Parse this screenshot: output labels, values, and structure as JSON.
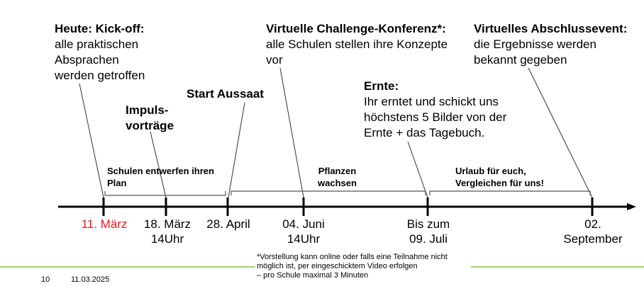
{
  "annotations": {
    "kickoff": {
      "title": "Heute: Kick-off:",
      "lines": [
        "alle praktischen",
        "Absprachen",
        "werden getroffen"
      ]
    },
    "impuls": {
      "lines": [
        "Impuls-",
        "vorträge"
      ]
    },
    "aussaat": {
      "title": "Start Aussaat"
    },
    "konferenz": {
      "title": "Virtuelle Challenge-Konferenz*:",
      "lines": [
        "alle Schulen stellen ihre Konzepte",
        "vor"
      ]
    },
    "abschluss": {
      "title": "Virtuelles Abschlussevent:",
      "lines": [
        "die Ergebnisse werden",
        "bekannt gegeben"
      ]
    },
    "ernte": {
      "title": "Ernte:",
      "lines": [
        "Ihr erntet und schickt uns",
        "höchstens 5 Bilder von der",
        "Ernte + das Tagebuch."
      ]
    }
  },
  "phases": {
    "plan": [
      "Schulen entwerfen ihren",
      "Plan"
    ],
    "wachsen": [
      "Pflanzen",
      "wachsen"
    ],
    "urlaub": [
      "Urlaub für euch,",
      "Vergleichen für uns!"
    ]
  },
  "dates": [
    {
      "lines": [
        "11. März"
      ],
      "color": "#e01b1b"
    },
    {
      "lines": [
        "18. März",
        "14Uhr"
      ]
    },
    {
      "lines": [
        "28. April"
      ]
    },
    {
      "lines": [
        "04. Juni",
        "14Uhr"
      ]
    },
    {
      "lines": [
        "Bis zum",
        "09. Juli"
      ]
    },
    {
      "lines": [
        "02.",
        "September"
      ]
    }
  ],
  "footnote": [
    "*Vorstellung kann online oder falls eine Teilnahme nicht",
    "möglich ist, per eingeschicktem Video erfolgen",
    "– pro Schule maximal 3 Minuten"
  ],
  "footer": {
    "page": "10",
    "date": "11.03.2025"
  },
  "colors": {
    "accent_green": "#7ac143",
    "highlight_red": "#e01b1b",
    "line": "#000000"
  }
}
